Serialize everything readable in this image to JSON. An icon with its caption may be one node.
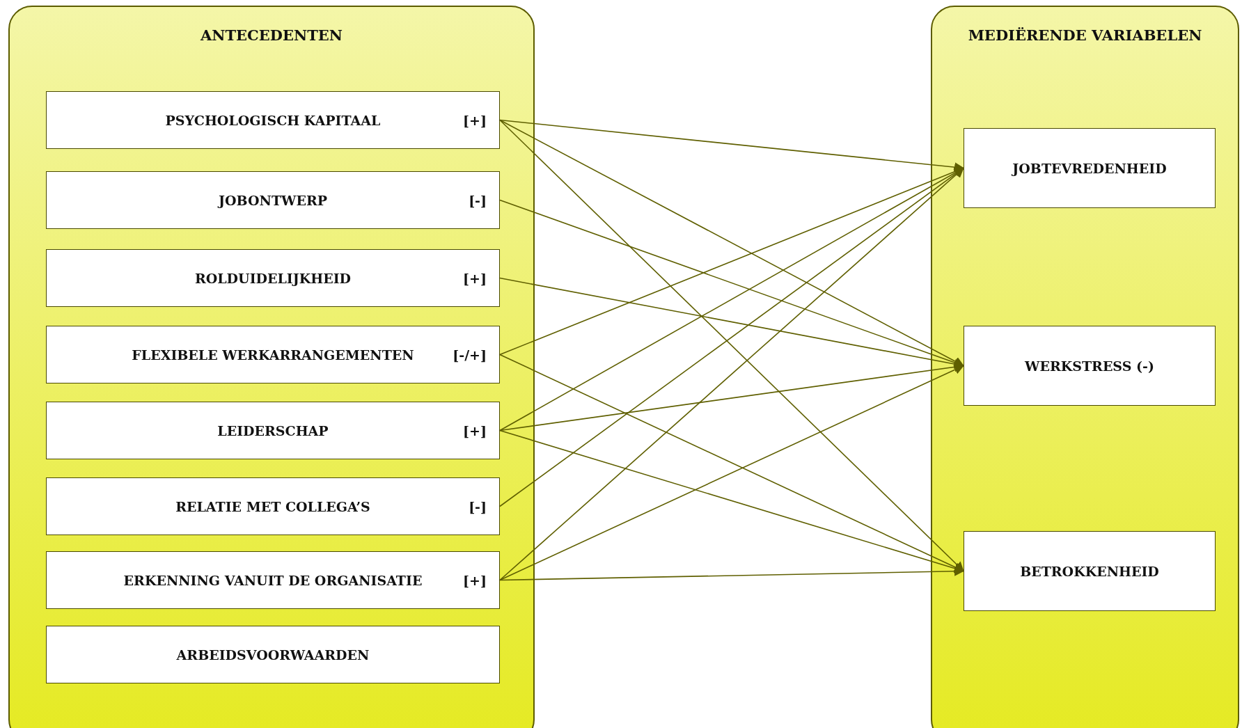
{
  "diagram": {
    "nodes": [
      {
        "text": [
          "ANTECEDENTEN"
        ]
      },
      {
        "text": [
          "PSYCHOLOGISCH KAPITAAL",
          "[+]"
        ],
        "in": 0
      },
      {
        "text": [
          "JOBONTWERP",
          "[-]"
        ],
        "in": 0
      },
      {
        "text": [
          "ROLDUIDELIJKHEID",
          "[+]"
        ],
        "in": 0
      },
      {
        "text": [
          "FLEXIBELE WERKARRANGEMENTEN",
          "[-/+]"
        ],
        "in": 0
      },
      {
        "text": [
          "LEIDERSCHAP",
          "[+]"
        ],
        "in": 0
      },
      {
        "text": [
          "RELATIE MET COLLEGA’S",
          "[-]"
        ],
        "in": 0
      },
      {
        "text": [
          "ERKENNING VANUIT DE ORGANISATIE",
          "[+]"
        ],
        "in": 0
      },
      {
        "text": [
          "ARBEIDSVOORWAARDEN"
        ],
        "in": 0
      },
      {
        "text": [
          "MEDIËRENDE VARIABELEN"
        ]
      },
      {
        "text": [
          "JOBTEVREDENHEID"
        ],
        "in": 9
      },
      {
        "text": [
          "WERKSTRESS (-)"
        ],
        "in": 9
      },
      {
        "text": [
          "BETROKKENHEID"
        ],
        "in": 9
      }
    ],
    "edges": [
      {
        "from": 1,
        "to": 10,
        "arrow": "to"
      },
      {
        "from": 1,
        "to": 11,
        "arrow": "to"
      },
      {
        "from": 1,
        "to": 12,
        "arrow": "to"
      },
      {
        "from": 2,
        "to": 11,
        "arrow": "to"
      },
      {
        "from": 3,
        "to": 11,
        "arrow": "to"
      },
      {
        "from": 4,
        "to": 10,
        "arrow": "to"
      },
      {
        "from": 4,
        "to": 12,
        "arrow": "to"
      },
      {
        "from": 5,
        "to": 10,
        "arrow": "to"
      },
      {
        "from": 5,
        "to": 11,
        "arrow": "to"
      },
      {
        "from": 5,
        "to": 12,
        "arrow": "to"
      },
      {
        "from": 6,
        "to": 10,
        "arrow": "to"
      },
      {
        "from": 7,
        "to": 10,
        "arrow": "to"
      },
      {
        "from": 7,
        "to": 11,
        "arrow": "to"
      },
      {
        "from": 7,
        "to": 12,
        "arrow": "to"
      }
    ]
  }
}
